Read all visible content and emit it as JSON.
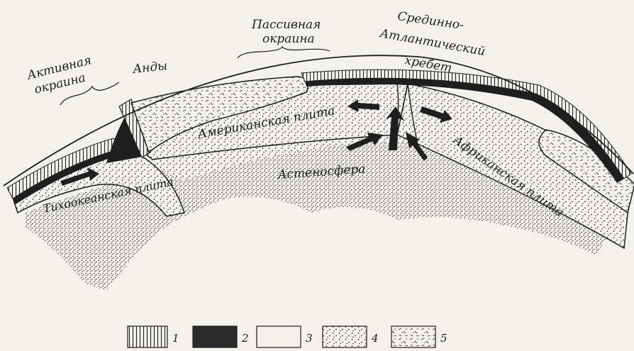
{
  "labels": {
    "active_margin_line1": "Активная",
    "active_margin_line2": "окраина",
    "andes": "Анды",
    "passive_margin_line1": "Пассивная",
    "passive_margin_line2": "окраина",
    "ridge_line1": "Срединно-",
    "ridge_line2": "Атлантический",
    "ridge_line3": "хребет",
    "american_plate": "Американская плита",
    "african_plate": "Африканская плита",
    "pacific_plate": "Тихоокеанская плита",
    "asthenosphere": "Астеносфера"
  },
  "legend": [
    {
      "num": "1",
      "pattern": "vertical-hatch"
    },
    {
      "num": "2",
      "pattern": "solid-black"
    },
    {
      "num": "3",
      "pattern": "blank"
    },
    {
      "num": "4",
      "pattern": "stipple"
    },
    {
      "num": "5",
      "pattern": "dash-texture"
    }
  ],
  "colors": {
    "ink": "#1f1f1f",
    "paper": "#f3f1ec"
  }
}
